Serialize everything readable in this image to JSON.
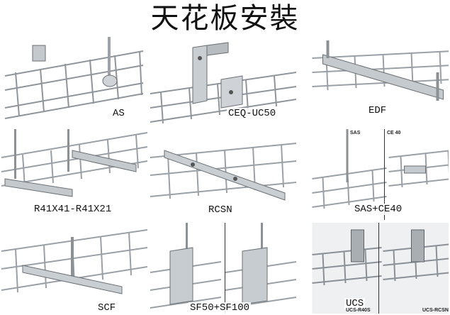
{
  "title": "天花板安裝",
  "panels": [
    {
      "caption": "AS"
    },
    {
      "caption": "CEQ-UC50"
    },
    {
      "caption": "EDF"
    },
    {
      "caption": "R41X41-R41X21"
    },
    {
      "caption": "RCSN"
    },
    {
      "caption": "SAS+CE40",
      "sublabels": [
        "SAS",
        "CE 40"
      ]
    },
    {
      "caption": "SCF"
    },
    {
      "caption": "SF50+SF100"
    },
    {
      "caption": "UCS",
      "sublabels": [
        "UCS-R40S",
        "UCS-RCSN"
      ]
    }
  ],
  "colors": {
    "wire": "#9aa0a6",
    "wire_dark": "#6b7075",
    "metal": "#c9ced3",
    "rod": "#8c9196"
  }
}
